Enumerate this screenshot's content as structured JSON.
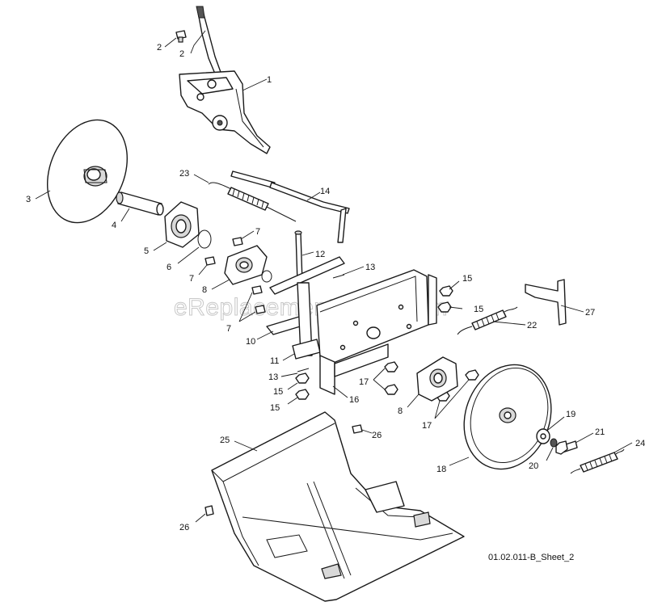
{
  "watermark": "eReplacementParts.com",
  "sheet_label": "01.02.011-B_Sheet_2",
  "callouts": {
    "c1": "1",
    "c2a": "2",
    "c2b": "2",
    "c3": "3",
    "c4": "4",
    "c5": "5",
    "c6": "6",
    "c7a": "7",
    "c7b": "7",
    "c7c": "7",
    "c8a": "8",
    "c8b": "8",
    "c10": "10",
    "c11": "11",
    "c12": "12",
    "c13a": "13",
    "c13b": "13",
    "c14": "14",
    "c15a": "15",
    "c15b": "15",
    "c15c": "15",
    "c15d": "15",
    "c16": "16",
    "c17a": "17",
    "c17b": "17",
    "c18": "18",
    "c19": "19",
    "c20": "20",
    "c21": "21",
    "c22": "22",
    "c23": "23",
    "c24": "24",
    "c25": "25",
    "c26a": "26",
    "c26b": "26",
    "c27": "27"
  }
}
